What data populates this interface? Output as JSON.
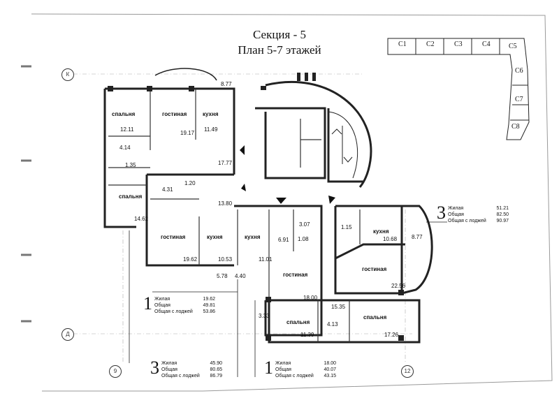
{
  "title": {
    "line1": "Секция - 5",
    "line2": "План 5-7 этажей"
  },
  "axes": {
    "k": "К",
    "d": "Д",
    "n9": "9",
    "n12": "12"
  },
  "sections": [
    "С1",
    "С2",
    "С3",
    "С4",
    "С5",
    "С6",
    "С7",
    "С8"
  ],
  "rooms": {
    "bedroom_nw": "спальня",
    "living_nw": "гостиная",
    "kitchen_nw": "кухня",
    "bedroom_w": "спальня",
    "living_sw": "гостиная",
    "kitchen_sw": "кухня",
    "kitchen_mid": "кухня",
    "living_mid": "гостиная",
    "bedroom_mid": "спальня",
    "kitchen_e": "кухня",
    "living_e": "гостиная",
    "bedroom_e": "спальня"
  },
  "areas": {
    "a_877_top": "8.77",
    "a_1211": "12.11",
    "a_1917": "19.17",
    "a_1149": "11.49",
    "a_414": "4.14",
    "a_135": "1.35",
    "a_1777": "17.77",
    "a_431": "4.31",
    "a_120": "1.20",
    "a_1380": "13.80",
    "a_1462": "14.62",
    "a_1962": "19.62",
    "a_1053": "10.53",
    "a_578": "5.78",
    "a_440": "4.40",
    "a_1101": "11.01",
    "a_307": "3.07",
    "a_691": "6.91",
    "a_108": "1.08",
    "a_1800": "18.00",
    "a_115": "1.15",
    "a_1068": "10.68",
    "a_877_right": "8.77",
    "a_2256": "22.56",
    "a_1535": "15.35",
    "a_413": "4.13",
    "a_333": "3.33",
    "a_1139": "11.39",
    "a_1726": "17.26"
  },
  "legends": {
    "east": {
      "rooms": "3",
      "rows": [
        {
          "k": "Жилая",
          "v": "51.21"
        },
        {
          "k": "Общая",
          "v": "82.50"
        },
        {
          "k": "Общая с лоджей",
          "v": "90.97"
        }
      ]
    },
    "west1": {
      "rooms": "1",
      "rows": [
        {
          "k": "Жилая",
          "v": "19.62"
        },
        {
          "k": "Общая",
          "v": "49.81"
        },
        {
          "k": "Общая с лоджей",
          "v": "53.86"
        }
      ]
    },
    "sw3": {
      "rooms": "3",
      "rows": [
        {
          "k": "Жилая",
          "v": "45.90"
        },
        {
          "k": "Общая",
          "v": "80.65"
        },
        {
          "k": "Общая с лоджей",
          "v": "86.79"
        }
      ]
    },
    "s1": {
      "rooms": "1",
      "rows": [
        {
          "k": "Жилая",
          "v": "18.00"
        },
        {
          "k": "Общая",
          "v": "40.07"
        },
        {
          "k": "Общая с лоджей",
          "v": "43.15"
        }
      ]
    }
  }
}
